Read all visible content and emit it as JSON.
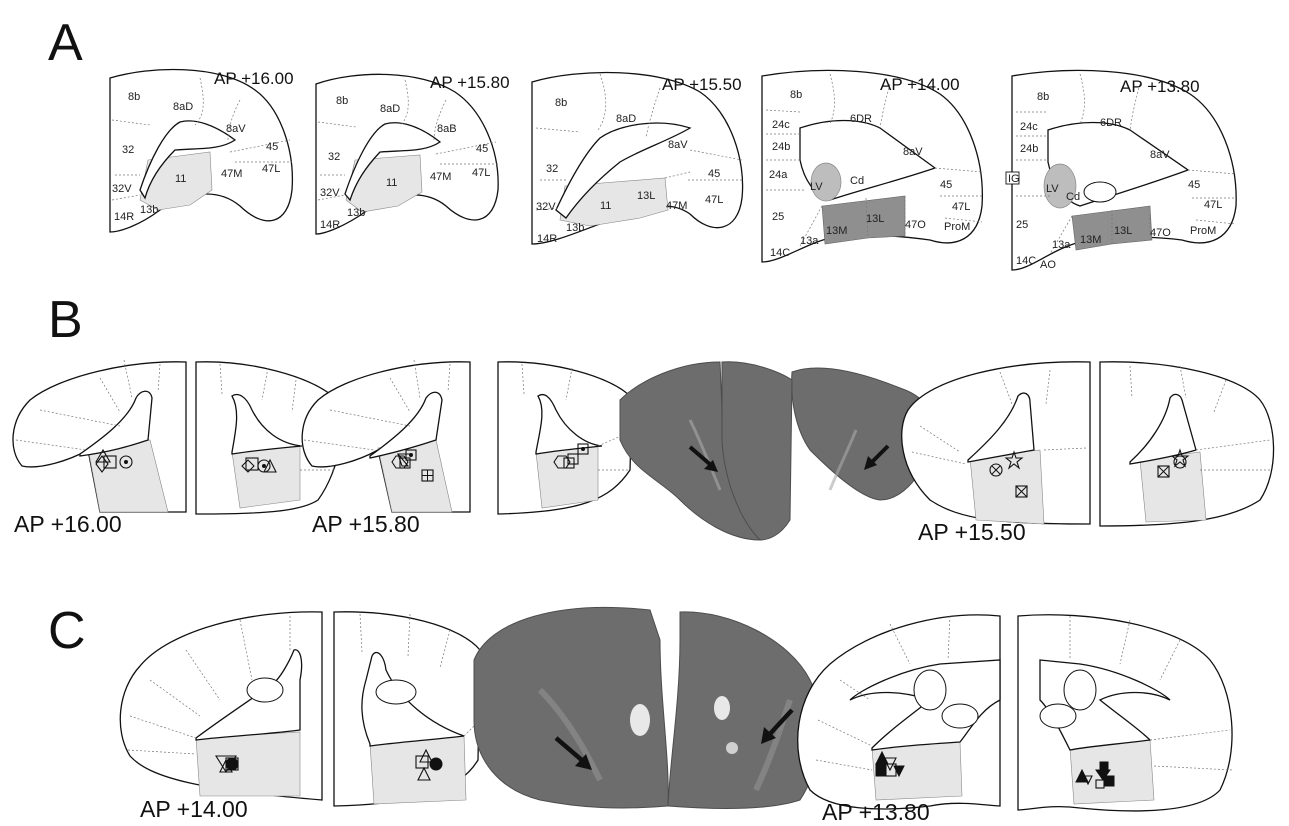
{
  "panels": {
    "a": "A",
    "b": "B",
    "c": "C"
  },
  "panel_a": {
    "sections": [
      {
        "ap": "AP +16.00",
        "labels": [
          "8b",
          "8aD",
          "8aV",
          "32",
          "45",
          "47L",
          "47M",
          "11",
          "32V",
          "13b",
          "14R"
        ]
      },
      {
        "ap": "AP +15.80",
        "labels": [
          "8b",
          "8aD",
          "8aB",
          "32",
          "45",
          "47L",
          "47M",
          "11",
          "32V",
          "13b",
          "14R"
        ]
      },
      {
        "ap": "AP +15.50",
        "labels": [
          "8b",
          "8aD",
          "8aV",
          "32",
          "45",
          "47L",
          "47M",
          "13L",
          "11",
          "32V",
          "13b",
          "14R"
        ]
      },
      {
        "ap": "AP +14.00",
        "labels": [
          "8b",
          "6DR",
          "24c",
          "24b",
          "8aV",
          "24a",
          "LV",
          "Cd",
          "45",
          "47L",
          "25",
          "13M",
          "13L",
          "47O",
          "ProM",
          "13a",
          "14C"
        ]
      },
      {
        "ap": "AP +13.80",
        "labels": [
          "8b",
          "6DR",
          "24c",
          "24b",
          "8aV",
          "IG",
          "LV",
          "Cd",
          "45",
          "47L",
          "25",
          "13a",
          "13M",
          "13L",
          "47O",
          "ProM",
          "14C",
          "AO"
        ]
      }
    ]
  },
  "panel_b": {
    "ap_labels": [
      "AP +16.00",
      "AP +15.80",
      "AP +15.50"
    ]
  },
  "panel_c": {
    "ap_labels": [
      "AP +14.00",
      "AP +13.80"
    ]
  },
  "colors": {
    "roi_light": "#e6e6e6",
    "roi_dark": "#8f8f8f",
    "tissue": "#6d6d6d"
  }
}
